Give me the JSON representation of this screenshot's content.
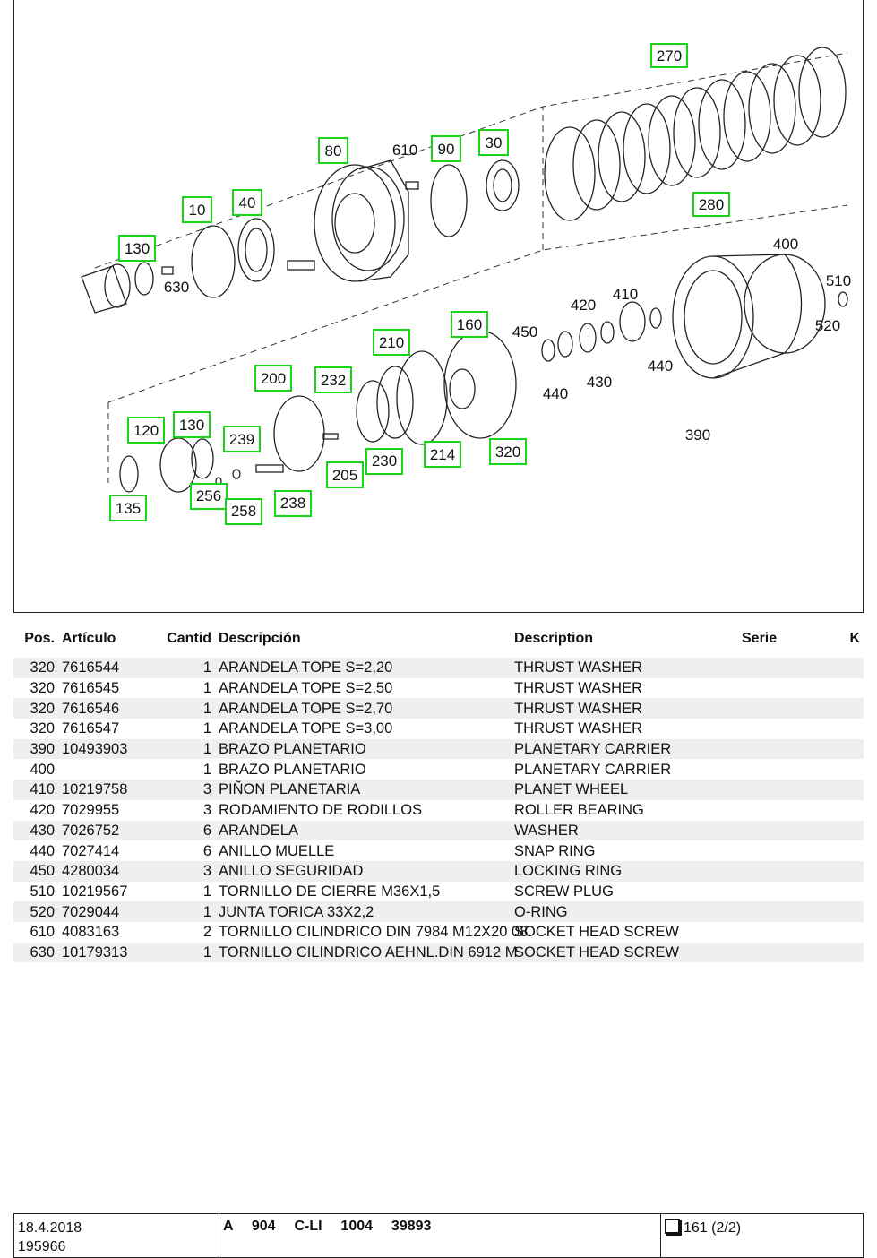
{
  "diagram": {
    "callouts_boxed": [
      "270",
      "280",
      "80",
      "90",
      "30",
      "10",
      "40",
      "130",
      "160",
      "210",
      "232",
      "200",
      "120",
      "130",
      "239",
      "256",
      "258",
      "238",
      "205",
      "230",
      "214",
      "320",
      "135"
    ],
    "callouts_plain": [
      "610",
      "630",
      "400",
      "510",
      "520",
      "420",
      "410",
      "450",
      "440",
      "430",
      "440",
      "390"
    ]
  },
  "table": {
    "headers": {
      "pos": "Pos.",
      "article": "Artículo",
      "qty": "Cantid",
      "desc_es": "Descripción",
      "desc_en": "Description",
      "series": "Serie",
      "k": "K"
    },
    "rows": [
      {
        "pos": "320",
        "article": "7616544",
        "qty": "1",
        "desc_es": "ARANDELA TOPE S=2,20",
        "desc_en": "THRUST WASHER"
      },
      {
        "pos": "320",
        "article": "7616545",
        "qty": "1",
        "desc_es": "ARANDELA TOPE S=2,50",
        "desc_en": "THRUST WASHER"
      },
      {
        "pos": "320",
        "article": "7616546",
        "qty": "1",
        "desc_es": "ARANDELA TOPE S=2,70",
        "desc_en": "THRUST WASHER"
      },
      {
        "pos": "320",
        "article": "7616547",
        "qty": "1",
        "desc_es": "ARANDELA TOPE S=3,00",
        "desc_en": "THRUST WASHER"
      },
      {
        "pos": "390",
        "article": "10493903",
        "qty": "1",
        "desc_es": "BRAZO PLANETARIO",
        "desc_en": "PLANETARY CARRIER"
      },
      {
        "pos": "400",
        "article": "",
        "qty": "1",
        "desc_es": "BRAZO PLANETARIO",
        "desc_en": "PLANETARY CARRIER"
      },
      {
        "pos": "410",
        "article": "10219758",
        "qty": "3",
        "desc_es": "PIÑON PLANETARIA",
        "desc_en": "PLANET WHEEL"
      },
      {
        "pos": "420",
        "article": "7029955",
        "qty": "3",
        "desc_es": "RODAMIENTO DE RODILLOS",
        "desc_en": "ROLLER BEARING"
      },
      {
        "pos": "430",
        "article": "7026752",
        "qty": "6",
        "desc_es": "ARANDELA",
        "desc_en": "WASHER"
      },
      {
        "pos": "440",
        "article": "7027414",
        "qty": "6",
        "desc_es": "ANILLO MUELLE",
        "desc_en": "SNAP RING"
      },
      {
        "pos": "450",
        "article": "4280034",
        "qty": "3",
        "desc_es": "ANILLO SEGURIDAD",
        "desc_en": "LOCKING RING"
      },
      {
        "pos": "510",
        "article": "10219567",
        "qty": "1",
        "desc_es": "TORNILLO DE CIERRE M36X1,5",
        "desc_en": "SCREW PLUG"
      },
      {
        "pos": "520",
        "article": "7029044",
        "qty": "1",
        "desc_es": "JUNTA TORICA 33X2,2",
        "desc_en": "O-RING"
      },
      {
        "pos": "610",
        "article": "4083163",
        "qty": "2",
        "desc_es": "TORNILLO CILINDRICO DIN 7984 M12X20 08.",
        "desc_en": "SOCKET HEAD SCREW"
      },
      {
        "pos": "630",
        "article": "10179313",
        "qty": "1",
        "desc_es": "TORNILLO CILINDRICO AEHNL.DIN 6912 M",
        "desc_en": "SOCKET HEAD SCREW"
      }
    ]
  },
  "footer": {
    "date": "18.4.2018",
    "doc_number": "195966",
    "model": "A  904  C-LI  1004  39893",
    "page": "161 (2/2)"
  },
  "colors": {
    "callout_box": "#19d419",
    "row_shade": "#efefef"
  }
}
